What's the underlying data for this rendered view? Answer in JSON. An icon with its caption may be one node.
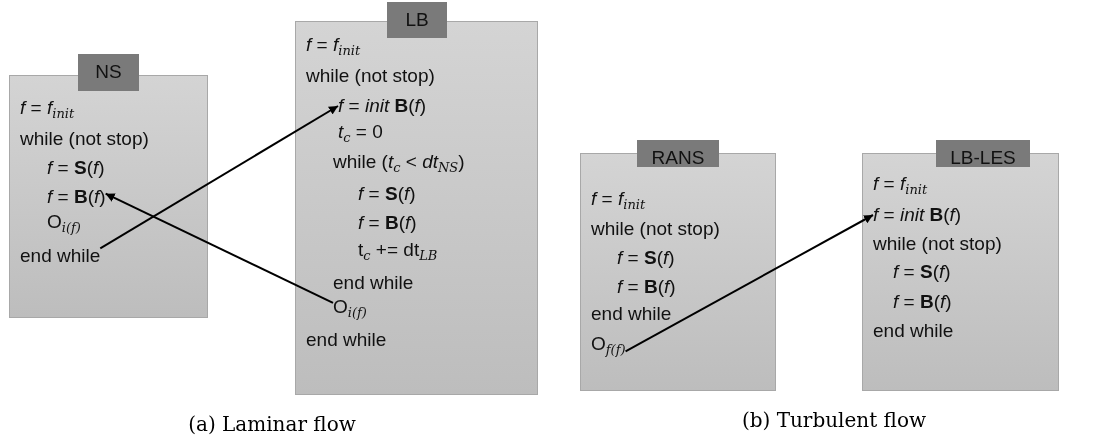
{
  "diagram": {
    "nodes": [
      {
        "text": [
          "NS"
        ]
      },
      {
        "text": [
          "*f* = *f*$_{init}$"
        ],
        "in": 0
      },
      {
        "text": [
          "while (not stop)"
        ],
        "in": 0
      },
      {
        "text": [
          "*f* = **S**(*f*)"
        ],
        "in": 0
      },
      {
        "text": [
          "*f* = **B**(*f*)"
        ],
        "in": 0
      },
      {
        "text": [
          "O$_{i(f)}$"
        ],
        "in": 0
      },
      {
        "text": [
          "end while"
        ],
        "in": 0
      },
      {
        "text": [
          "LB"
        ]
      },
      {
        "text": [
          "*f* = *f*$_{init}$"
        ],
        "in": 7
      },
      {
        "text": [
          "while (not stop)"
        ],
        "in": 7
      },
      {
        "text": [
          "*f* = *init* **B**(*f*)"
        ],
        "in": 7
      },
      {
        "text": [
          "*t*$_{c}$ = 0"
        ],
        "in": 7
      },
      {
        "text": [
          "while (*t*$_{c}$ < *dt*$_{NS}$)"
        ],
        "in": 7
      },
      {
        "text": [
          "*f* = **S**(*f*)"
        ],
        "in": 7
      },
      {
        "text": [
          "*f* = **B**(*f*)"
        ],
        "in": 7
      },
      {
        "text": [
          "t$_{c}$ += dt$_{LB}$"
        ],
        "in": 7
      },
      {
        "text": [
          "end while"
        ],
        "in": 7
      },
      {
        "text": [
          "O$_{i(f)}$"
        ],
        "in": 7
      },
      {
        "text": [
          "end while"
        ],
        "in": 7
      },
      {
        "text": [
          "RANS"
        ]
      },
      {
        "text": [
          "*f* = *f*$_{init}$"
        ],
        "in": 19
      },
      {
        "text": [
          "while (not stop)"
        ],
        "in": 19
      },
      {
        "text": [
          "*f* = **S**(*f*)"
        ],
        "in": 19
      },
      {
        "text": [
          "*f* = **B**(*f*)"
        ],
        "in": 19
      },
      {
        "text": [
          "end while"
        ],
        "in": 19
      },
      {
        "text": [
          "O$_{f(f)}$"
        ],
        "in": 19
      },
      {
        "text": [
          "LB-LES"
        ]
      },
      {
        "text": [
          "*f* = *f*$_{init}$"
        ],
        "in": 26
      },
      {
        "text": [
          "*f* = *init* **B**(*f*)"
        ],
        "in": 26
      },
      {
        "text": [
          "while (not stop)"
        ],
        "in": 26
      },
      {
        "text": [
          "*f* = **S**(*f*)"
        ],
        "in": 26
      },
      {
        "text": [
          "*f* = **B**(*f*)"
        ],
        "in": 26
      },
      {
        "text": [
          "end while"
        ],
        "in": 26
      }
    ],
    "edges": [
      {
        "from": 6,
        "to": 10,
        "arrow": "to"
      },
      {
        "from": 17,
        "to": 4,
        "arrow": "to"
      },
      {
        "from": 25,
        "to": 28,
        "arrow": "to"
      }
    ],
    "labels": [
      "(a) Laminar flow",
      "(b) Turbulent flow"
    ]
  }
}
